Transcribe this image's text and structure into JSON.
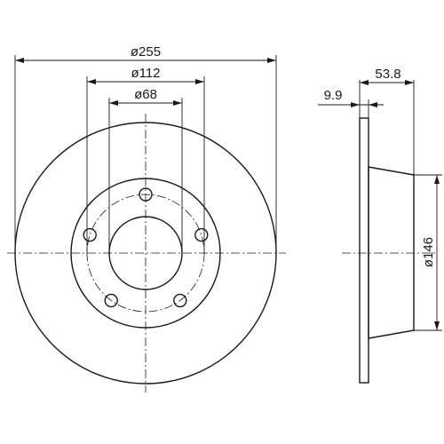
{
  "drawing": {
    "dimensions": {
      "outer_diameter": "ø255",
      "bolt_circle_diameter": "ø112",
      "center_bore_diameter": "ø68",
      "overall_height": "53.8",
      "disc_thickness": "9.9",
      "hat_diameter": "ø146"
    },
    "bolt_holes": 5
  }
}
